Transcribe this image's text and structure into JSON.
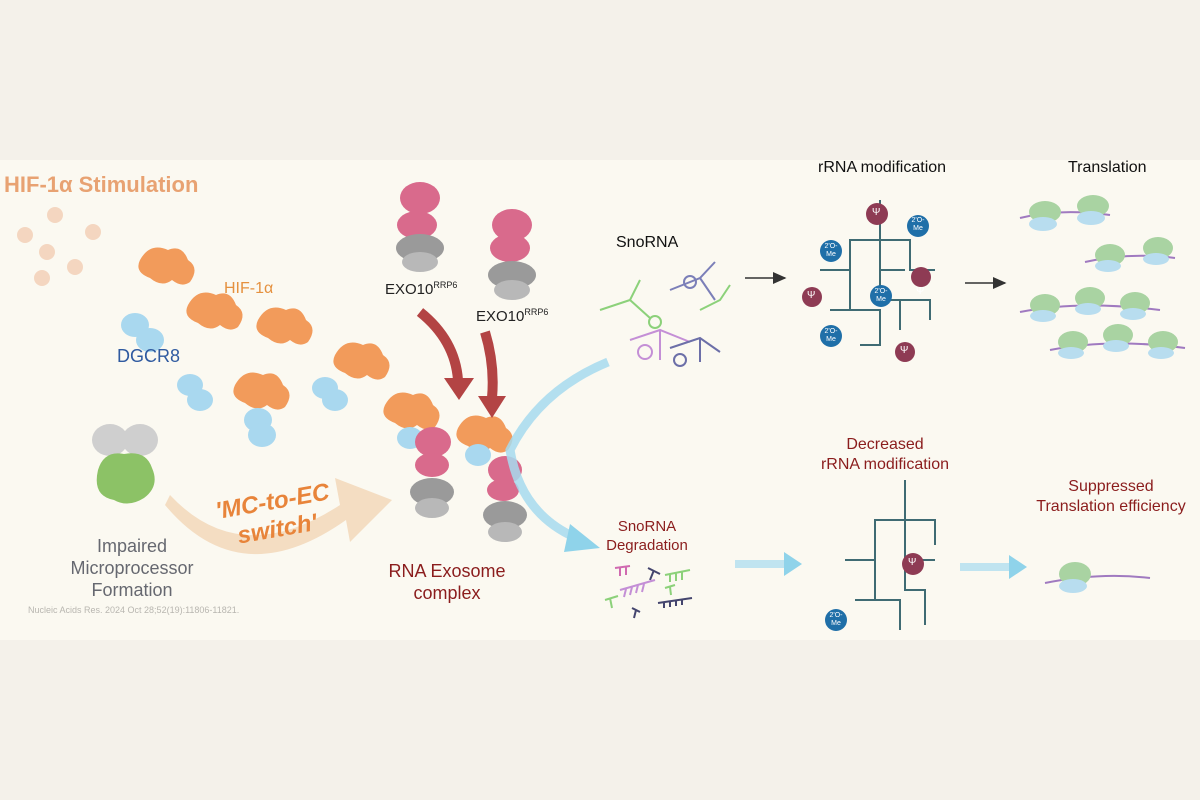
{
  "title": "HIF-1α Stimulation",
  "labels": {
    "hif1a": "HIF-1α",
    "dgcr8": "DGCR8",
    "impaired": [
      "Impaired",
      "Microprocessor",
      "Formation"
    ],
    "switch": [
      "'MC-to-EC",
      "switch'"
    ],
    "exo_main": "EXO10",
    "exo_sup": "RRP6",
    "rna_exosome": [
      "RNA Exosome",
      "complex"
    ],
    "snorna": "SnoRNA",
    "snorna_degradation": [
      "SnoRNA",
      "Degradation"
    ],
    "rrna_modification": "rRNA modification",
    "translation": "Translation",
    "decreased": [
      "Decreased",
      "rRNA modification"
    ],
    "suppressed": [
      "Suppressed",
      "Translation efficiency"
    ],
    "mod_psi": "Ψ",
    "mod_2ome": [
      "2'O-",
      "Me"
    ]
  },
  "citation": "Nucleic Acids Res. 2024 Oct 28;52(19):11806-11821.",
  "colors": {
    "hif_orange": "#f29b5b",
    "dgcr8_blue": "#a9d8ef",
    "exosome_pink": "#d96a8c",
    "exosome_gray": "#9a9a9a",
    "microprocessor_green": "#8cc266",
    "dark_red_arrow": "#b34444",
    "cyan_arrow": "#8fd3ea",
    "mod_blue": "#1f6fa8",
    "mod_maroon": "#8e3b54",
    "rrna_teal": "#3f6b73",
    "ribosome_green": "#a9d3a2",
    "mrna_purple": "#a07ac0"
  }
}
